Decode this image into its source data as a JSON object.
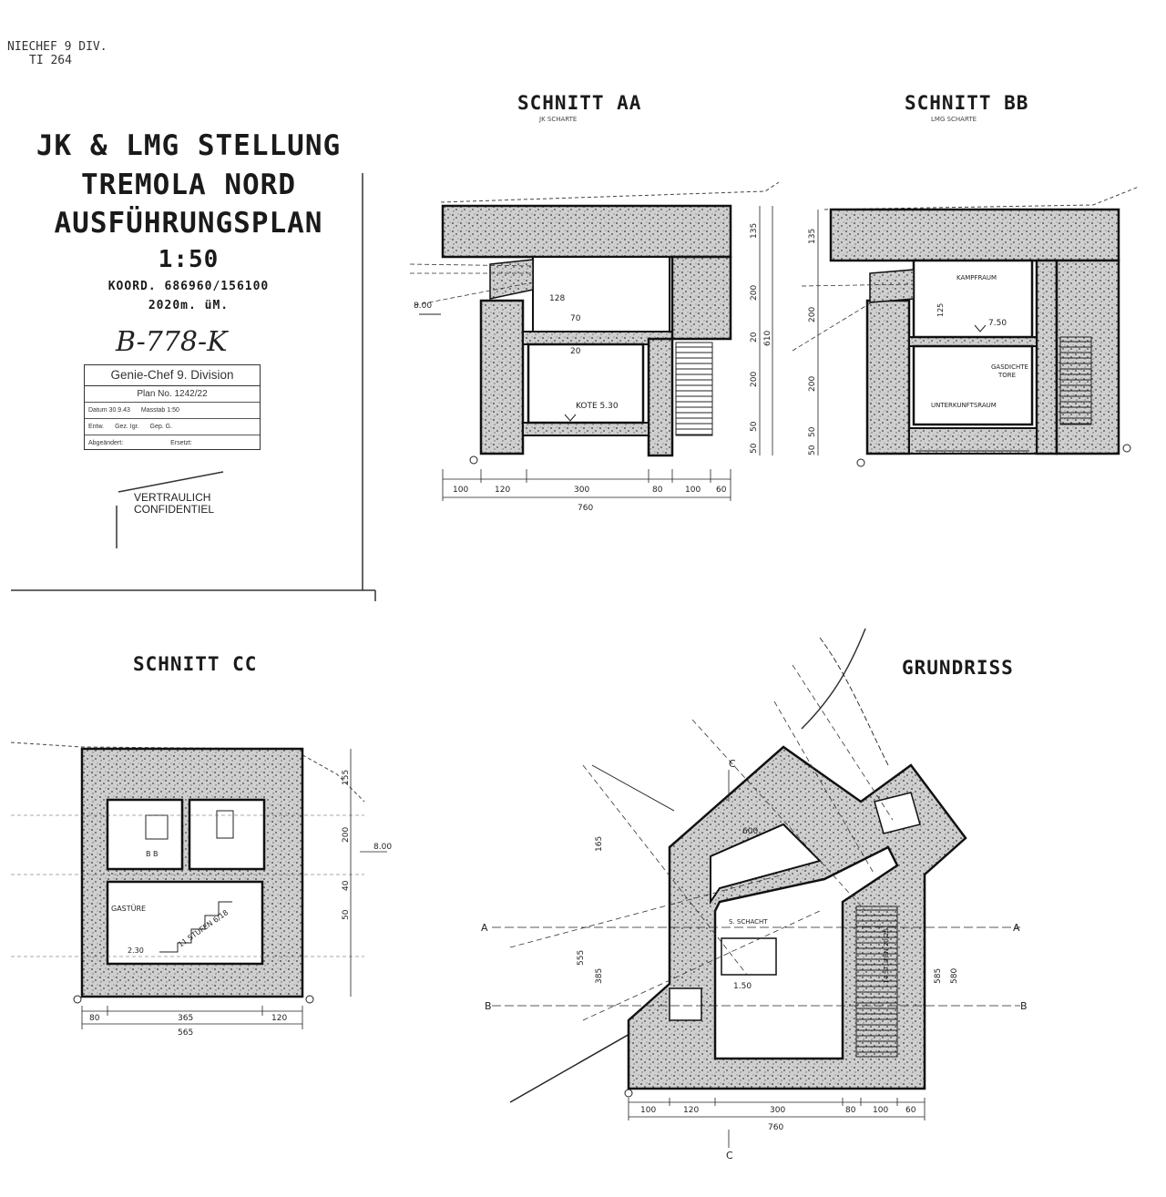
{
  "corner_note": {
    "line1": "NIECHEF 9 DIV.",
    "line2": "TI 264"
  },
  "title_block": {
    "line1": "JK & LMG STELLUNG",
    "line2": "TREMOLA NORD",
    "line3": "AUSFÜHRUNGSPLAN",
    "scale": "1:50",
    "coords": "KOORD. 686960/156100",
    "altitude": "2020m. üM.",
    "drawing_no": "B-778-K",
    "stamp": {
      "heading": "Genie-Chef 9. Division",
      "plan_no": "Plan No. 1242/22",
      "row_date": [
        "Datum 30.9.43",
        "Masstab 1:50"
      ],
      "row_author": [
        "Entw.",
        "Gez. Igr.",
        "Gep. G."
      ],
      "row_changes": [
        "Abgeändert:",
        "Ersetzt:"
      ]
    },
    "confidential": {
      "line1": "VERTRAULICH",
      "line2": "CONFIDENTIEL"
    }
  },
  "section_aa": {
    "title": "SCHNITT AA",
    "subtitle": "JK SCHARTE",
    "labels": {
      "level_800": "8.00",
      "kote": "KOTE 5.30"
    },
    "dims_vertical": [
      "135",
      "200",
      "20",
      "200",
      "50",
      "50"
    ],
    "total_vertical": "610",
    "dims_horizontal": [
      "100",
      "120",
      "300",
      "80",
      "100",
      "60"
    ],
    "total_horizontal": "760",
    "inner_dims": [
      "128",
      "70",
      "20"
    ]
  },
  "section_bb": {
    "title": "SCHNITT BB",
    "subtitle": "LMG SCHARTE",
    "labels": {
      "kampfraum": "KAMPFRAUM",
      "gasdichte": "GASDICHTE",
      "tore": "TORE",
      "unterkunft": "UNTERKUNFTSRAUM",
      "level_750": "7.50",
      "dim_125": "125"
    },
    "dims_vertical": [
      "135",
      "200",
      "200",
      "50",
      "50"
    ]
  },
  "section_cc": {
    "title": "SCHNITT CC",
    "labels": {
      "level_800": "8.00",
      "gastuer": "GASTÜRE",
      "steps": "11 STUFEN 6/18",
      "dim_230": "2.30",
      "br": "B B"
    },
    "dims_vertical": [
      "155",
      "200",
      "40",
      "50"
    ],
    "dims_horizontal": [
      "80",
      "365",
      "120"
    ],
    "total_horizontal": "565"
  },
  "grundriss": {
    "title": "GRUNDRISS",
    "labels": {
      "c_top": "C",
      "c_bottom": "C",
      "a_left": "A",
      "a_right": "A",
      "b_left": "B",
      "b_right": "B",
      "schacht": "S. SCHACHT",
      "stufen": "14 STUFEN 20/25",
      "dim_150": "1.50",
      "dim_600": "600"
    },
    "dims_horizontal": [
      "100",
      "120",
      "300",
      "80",
      "100",
      "60"
    ],
    "total_horizontal": "760",
    "dims_left": [
      "165",
      "555",
      "385"
    ],
    "dims_right": [
      "585",
      "580"
    ]
  }
}
